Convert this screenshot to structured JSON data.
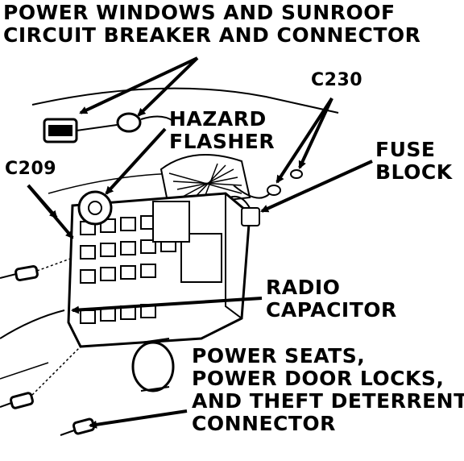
{
  "labels": {
    "power_windows": [
      "POWER WINDOWS AND SUNROOF",
      "CIRCUIT BREAKER AND CONNECTOR"
    ],
    "c230": "C230",
    "hazard_flasher": [
      "HAZARD",
      "FLASHER"
    ],
    "fuse_block": [
      "FUSE",
      "BLOCK"
    ],
    "c209": "C209",
    "radio_capacitor": [
      "RADIO",
      "CAPACITOR"
    ],
    "power_seats": [
      "POWER SEATS,",
      "POWER DOOR LOCKS,",
      "AND THEFT DETERRENT",
      "CONNECTOR"
    ]
  },
  "colors": {
    "ink": "#000000",
    "paper": "#ffffff"
  }
}
